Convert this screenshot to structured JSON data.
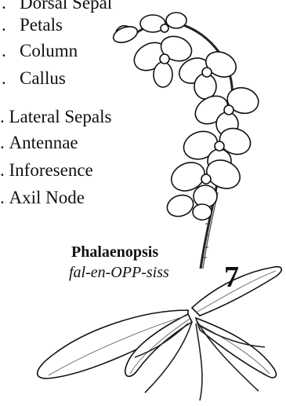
{
  "labels": [
    {
      "number": ".",
      "text": "Dorsal  Sepal"
    },
    {
      "number": ".",
      "text": "Petals"
    },
    {
      "number": ".",
      "text": "Column"
    },
    {
      "number": ".",
      "text": "Callus"
    },
    {
      "number": ".",
      "text": "Lateral Sepals"
    },
    {
      "number": ".",
      "text": "Antennae"
    },
    {
      "number": ".",
      "text": "Inforesence"
    },
    {
      "number": ".",
      "text": "Axil Node"
    }
  ],
  "caption": {
    "genus": "Phalaenopsis",
    "pronunciation": "fal-en-OPP-siss",
    "figure_number": "7"
  },
  "illustration": {
    "icons": [
      "orchid-flower-icon",
      "orchid-leaf-icon",
      "orchid-root-icon",
      "flower-spike-icon"
    ]
  }
}
